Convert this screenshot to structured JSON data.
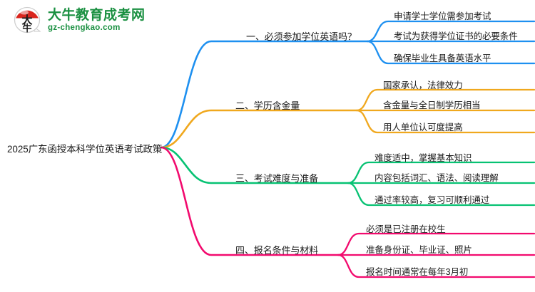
{
  "logo": {
    "mark_alt": "大牛",
    "title": "大牛教育成考网",
    "domain": "gz-chengkao.com",
    "brand_color": "#1a9041",
    "mark_accent": "#d9251d"
  },
  "mindmap": {
    "root": {
      "label": "2025广东函授本科学位英语考试政策"
    },
    "branches": [
      {
        "label": "一、必须参加学位英语吗？",
        "color": "#1e90f0",
        "children": [
          {
            "label": "申请学士学位需参加考试"
          },
          {
            "label": "考试为获得学位证书的必要条件"
          },
          {
            "label": "确保毕业生具备英语水平"
          }
        ]
      },
      {
        "label": "二、学历含金量",
        "color": "#f0a81e",
        "children": [
          {
            "label": "国家承认，法律效力"
          },
          {
            "label": "含金量与全日制学历相当"
          },
          {
            "label": "用人单位认可度提高"
          }
        ]
      },
      {
        "label": "三、考试难度与准备",
        "color": "#07c273",
        "children": [
          {
            "label": "难度适中，掌握基本知识"
          },
          {
            "label": "内容包括词汇、语法、阅读理解"
          },
          {
            "label": "通过率较高，复习可顺利通过"
          }
        ]
      },
      {
        "label": "四、报名条件与材料",
        "color": "#f20a6e",
        "children": [
          {
            "label": "必须是已注册在校生"
          },
          {
            "label": "准备身份证、毕业证、照片"
          },
          {
            "label": "报名时间通常在每年3月初"
          }
        ]
      }
    ]
  }
}
